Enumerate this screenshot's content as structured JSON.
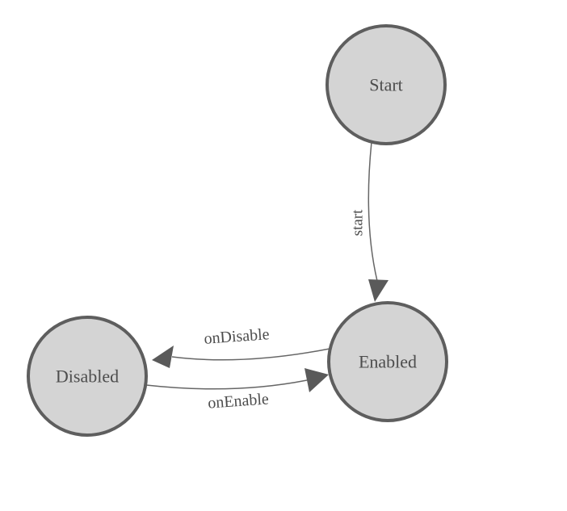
{
  "diagram": {
    "kind": "state-machine-graph",
    "background": "#ffffff",
    "colors": {
      "node_fill": "#d4d4d4",
      "node_border": "#5e5e5e",
      "edge_line": "#666666",
      "arrowhead": "#5a5a5a",
      "label_text": "#4d4d4d"
    },
    "nodes": [
      {
        "id": "start",
        "label": "Start"
      },
      {
        "id": "enabled",
        "label": "Enabled"
      },
      {
        "id": "disabled",
        "label": "Disabled"
      }
    ],
    "edges": [
      {
        "from": "Start",
        "to": "Enabled",
        "label": "start"
      },
      {
        "from": "Enabled",
        "to": "Disabled",
        "label": "onDisable"
      },
      {
        "from": "Disabled",
        "to": "Enabled",
        "label": "onEnable"
      }
    ]
  }
}
